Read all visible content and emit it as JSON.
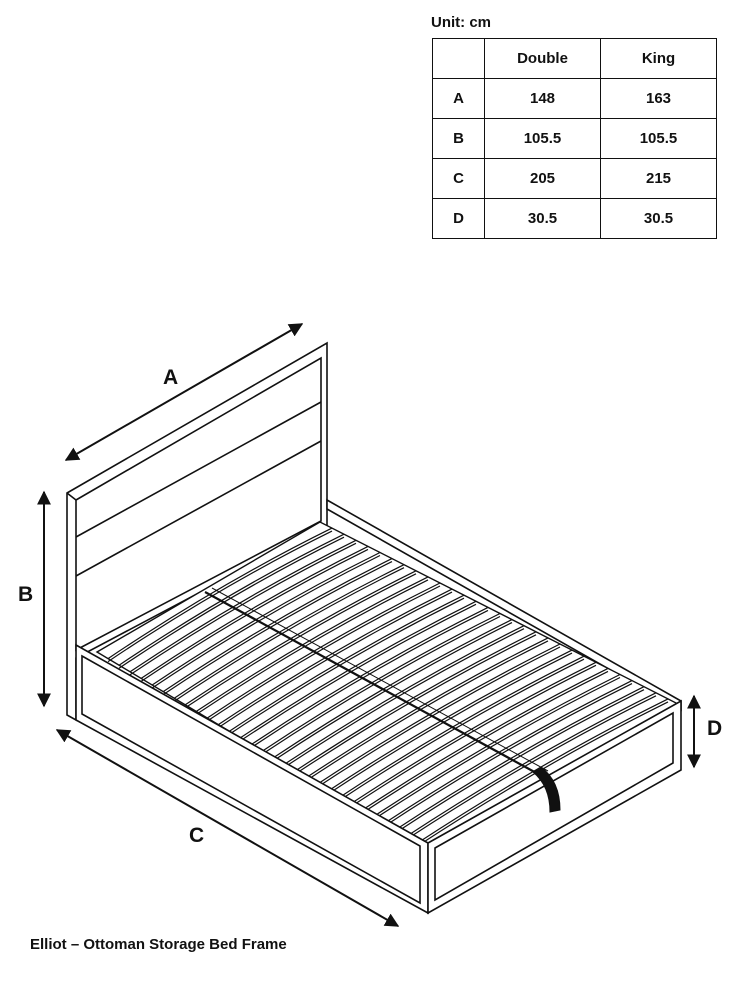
{
  "unit_label": "Unit: cm",
  "table": {
    "header": [
      "",
      "Double",
      "King"
    ],
    "rows": [
      {
        "label": "A",
        "double": "148",
        "king": "163"
      },
      {
        "label": "B",
        "double": "105.5",
        "king": "105.5"
      },
      {
        "label": "C",
        "double": "205",
        "king": "215"
      },
      {
        "label": "D",
        "double": "30.5",
        "king": "30.5"
      }
    ]
  },
  "diagram": {
    "dim_a": "A",
    "dim_b": "B",
    "dim_c": "C",
    "dim_d": "D"
  },
  "caption": "Elliot – Ottoman Storage Bed Frame"
}
